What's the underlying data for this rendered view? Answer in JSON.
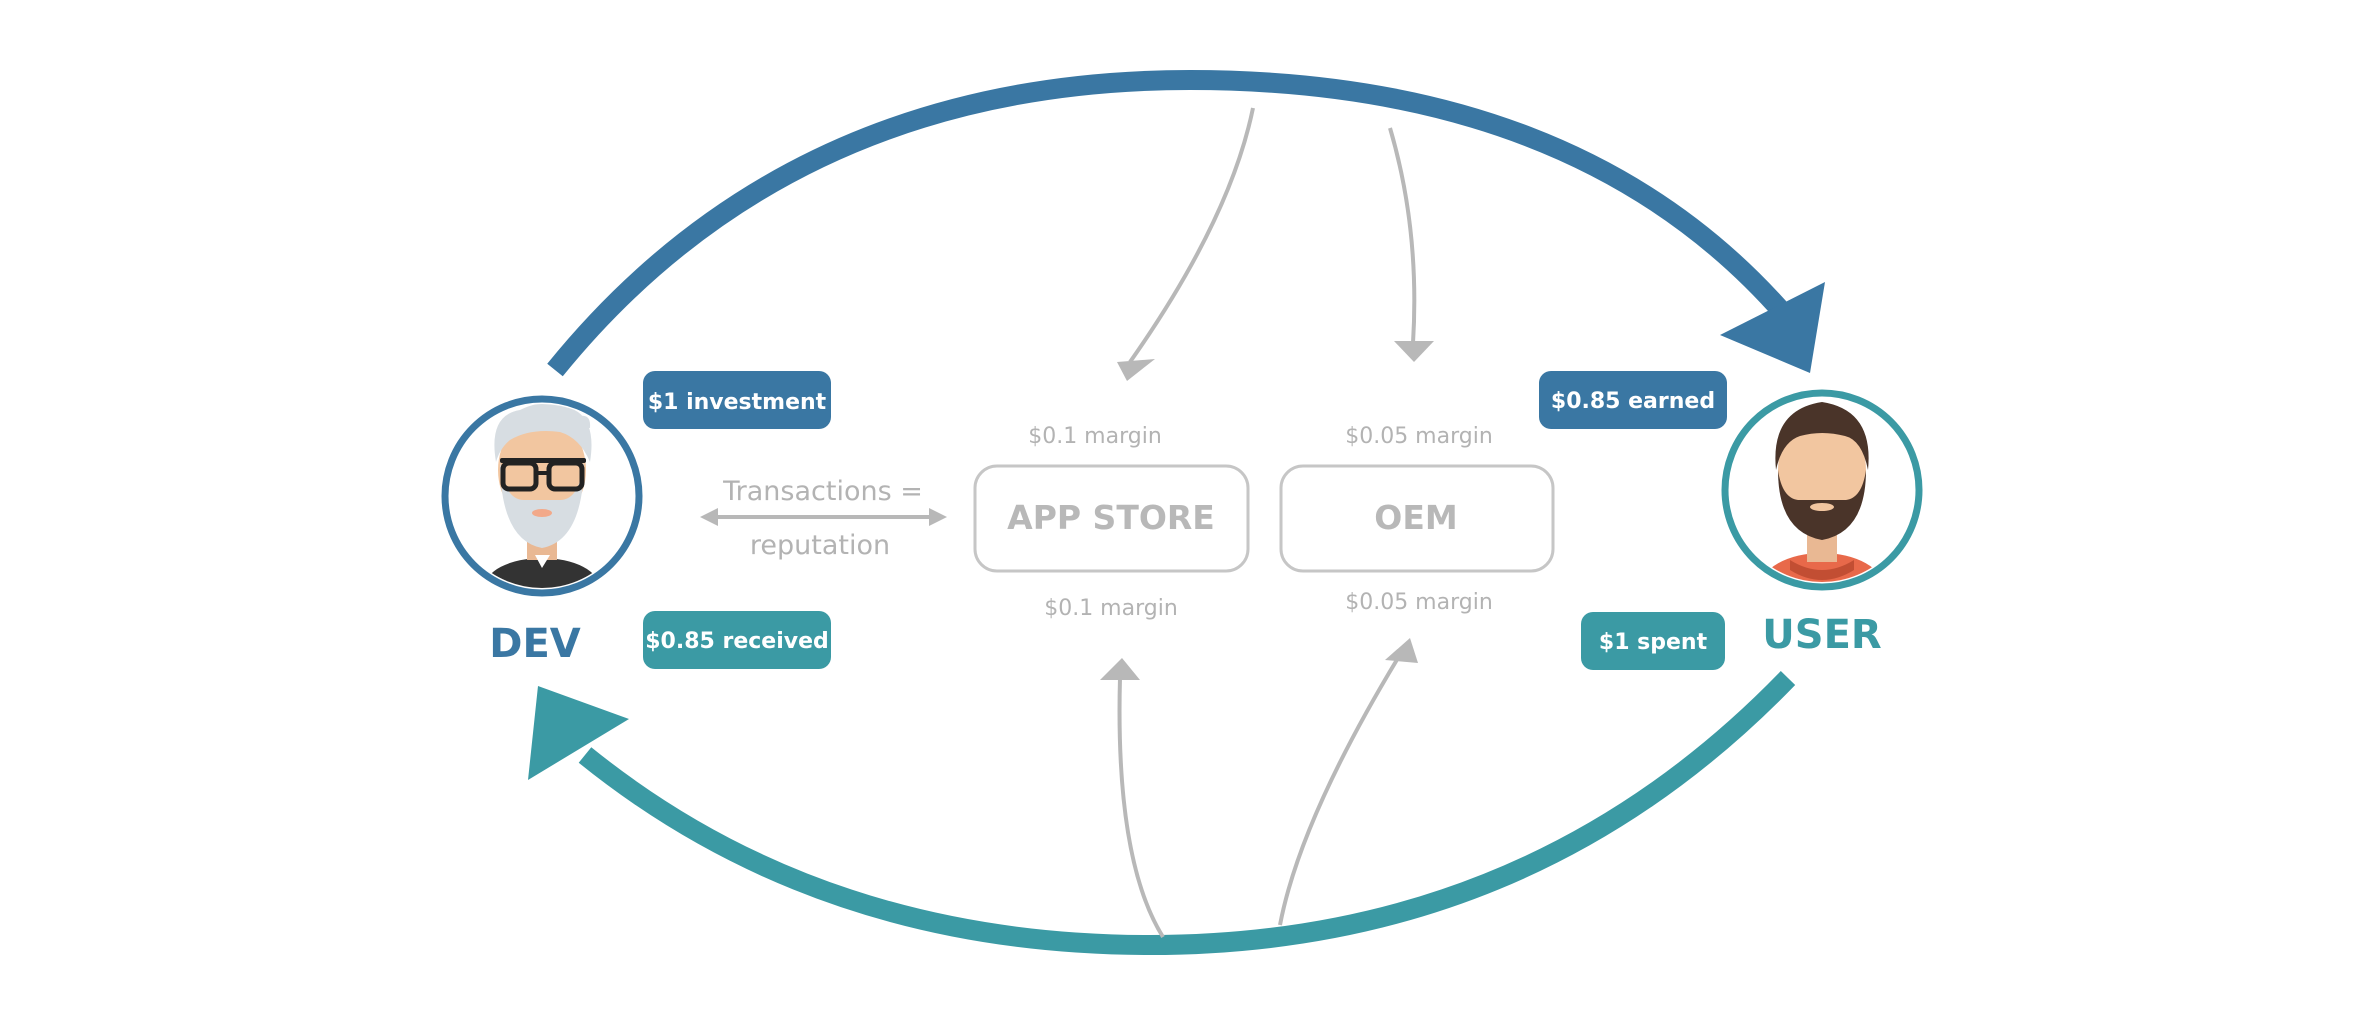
{
  "colors": {
    "blue": "#3a77a3",
    "teal": "#3b9aa4",
    "gray": "#b8b8b8",
    "gray_text": "#b3b3b3"
  },
  "actors": {
    "dev": {
      "label": "DEV",
      "icon": "old-man-glasses-avatar-icon"
    },
    "user": {
      "label": "USER",
      "icon": "bearded-man-avatar-icon"
    }
  },
  "badges": {
    "investment": "$1 investment",
    "received": "$0.85 received",
    "earned": "$0.85 earned",
    "spent": "$1 spent"
  },
  "transactions": {
    "line1": "Transactions =",
    "line2": "reputation"
  },
  "boxes": {
    "app_store": {
      "label": "APP STORE",
      "margin_top": "$0.1 margin",
      "margin_bottom": "$0.1 margin"
    },
    "oem": {
      "label": "OEM",
      "margin_top": "$0.05 margin",
      "margin_bottom": "$0.05 margin"
    }
  }
}
